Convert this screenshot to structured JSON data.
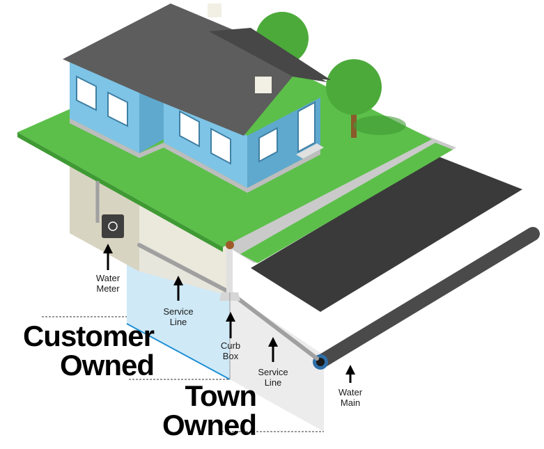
{
  "labels": {
    "water_meter": {
      "line1": "Water",
      "line2": "Meter"
    },
    "service_line_customer": {
      "line1": "Service",
      "line2": "Line"
    },
    "curb_box": {
      "line1": "Curb",
      "line2": "Box"
    },
    "service_line_town": {
      "line1": "Service",
      "line2": "Line"
    },
    "water_main": {
      "line1": "Water",
      "line2": "Main"
    }
  },
  "ownership": {
    "customer": {
      "line1": "Customer",
      "line2": "Owned"
    },
    "town": {
      "line1": "Town",
      "line2": "Owned"
    }
  },
  "colors": {
    "grass": "#5cbf4a",
    "grass_dark": "#3f9a34",
    "roof": "#5d5d5d",
    "roof_dark": "#474747",
    "wall": "#7ec4e6",
    "wall_dark": "#5fa9cf",
    "road": "#3a3a3a",
    "sidewalk": "#c8c8c8",
    "tree": "#4caa3a",
    "customer_zone": "#cde9f7",
    "town_zone": "#eeeeee",
    "pipe": "#9a9a9a",
    "main_pipe": "#4a4a4a",
    "divider": "#1e90d6"
  }
}
